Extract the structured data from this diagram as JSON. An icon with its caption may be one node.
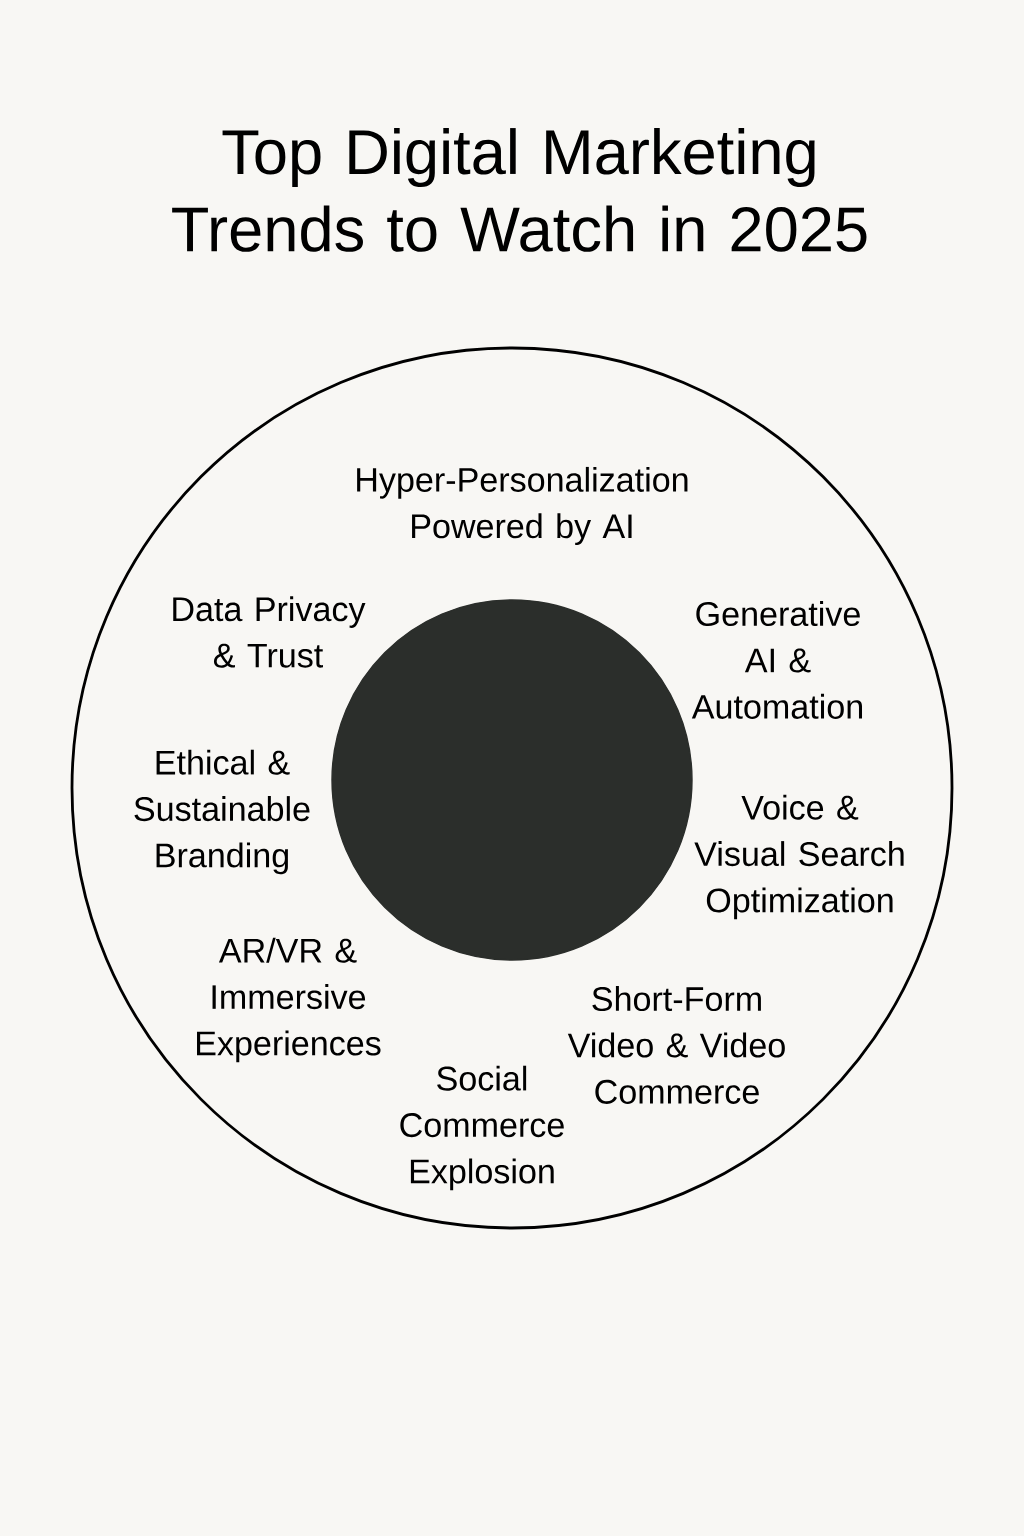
{
  "diagram": {
    "title": "Top Digital Marketing Trends to Watch in 2025",
    "nodes": [
      {
        "text": [
          "Hyper-Personalization Powered by AI",
          "Data Privacy & Trust",
          "Generative AI & Automation",
          "Ethical & Sustainable Branding",
          "Voice & Visual Search Optimization",
          "AR/VR & Immersive Experiences",
          "Short-Form Video & Video Commerce",
          "Social Commerce Explosion"
        ]
      },
      {
        "text": [],
        "shape": "circle",
        "in": 0
      }
    ]
  }
}
